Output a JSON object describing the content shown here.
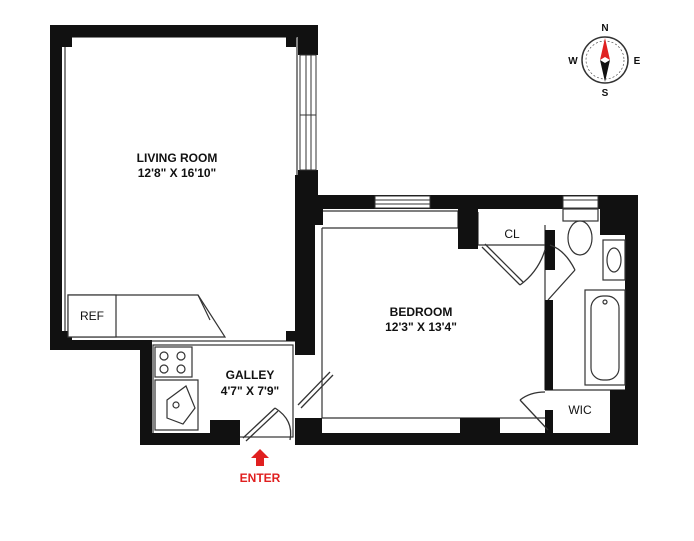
{
  "rooms": {
    "living_room": {
      "name": "LIVING ROOM",
      "dims": "12'8\" X 16'10\""
    },
    "bedroom": {
      "name": "BEDROOM",
      "dims": "12'3\" X 13'4\""
    },
    "galley": {
      "name": "GALLEY",
      "dims": "4'7\" X 7'9\""
    }
  },
  "fixtures": {
    "ref": "REF",
    "closet": "CL",
    "wic": "WIC"
  },
  "entrance": {
    "label": "ENTER",
    "color": "#e02020"
  },
  "compass": {
    "n": "N",
    "s": "S",
    "e": "E",
    "w": "W",
    "needle_color": "#e02020"
  },
  "colors": {
    "wall": "#111111",
    "line": "#333333"
  }
}
